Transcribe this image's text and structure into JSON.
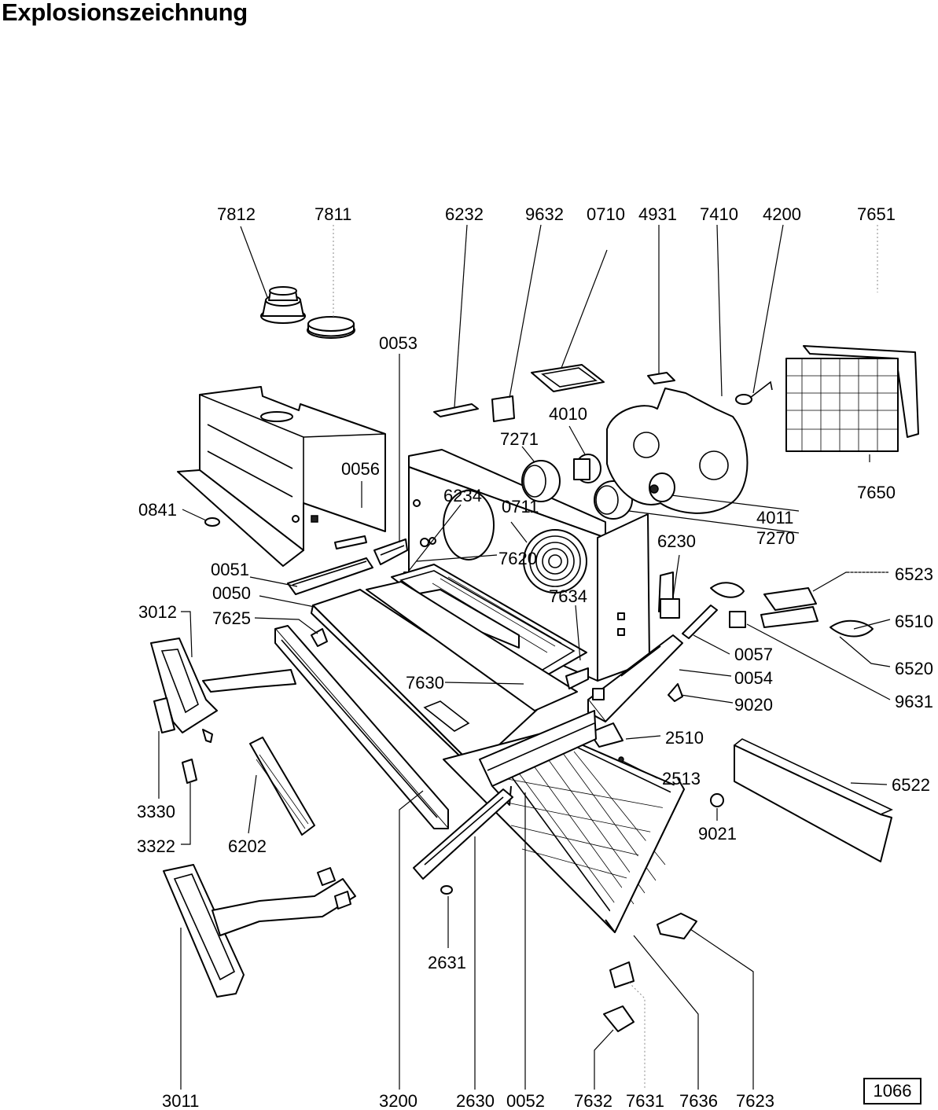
{
  "title": "Explosionszeichnung",
  "page_number": "1066",
  "part_labels": [
    "7812",
    "7811",
    "6232",
    "9632",
    "0710",
    "4931",
    "7410",
    "4200",
    "7651",
    "0053",
    "4010",
    "7271",
    "0056",
    "7650",
    "6234",
    "0711",
    "0841",
    "4011",
    "7270",
    "6230",
    "0051",
    "7620",
    "6523",
    "0050",
    "7634",
    "3012",
    "7625",
    "6510",
    "0057",
    "6520",
    "0054",
    "7630",
    "9631",
    "9020",
    "2510",
    "2513",
    "6522",
    "3330",
    "9021",
    "3322",
    "6202",
    "2631",
    "3011",
    "3200",
    "2630",
    "0052",
    "7632",
    "7631",
    "7636",
    "7623"
  ]
}
